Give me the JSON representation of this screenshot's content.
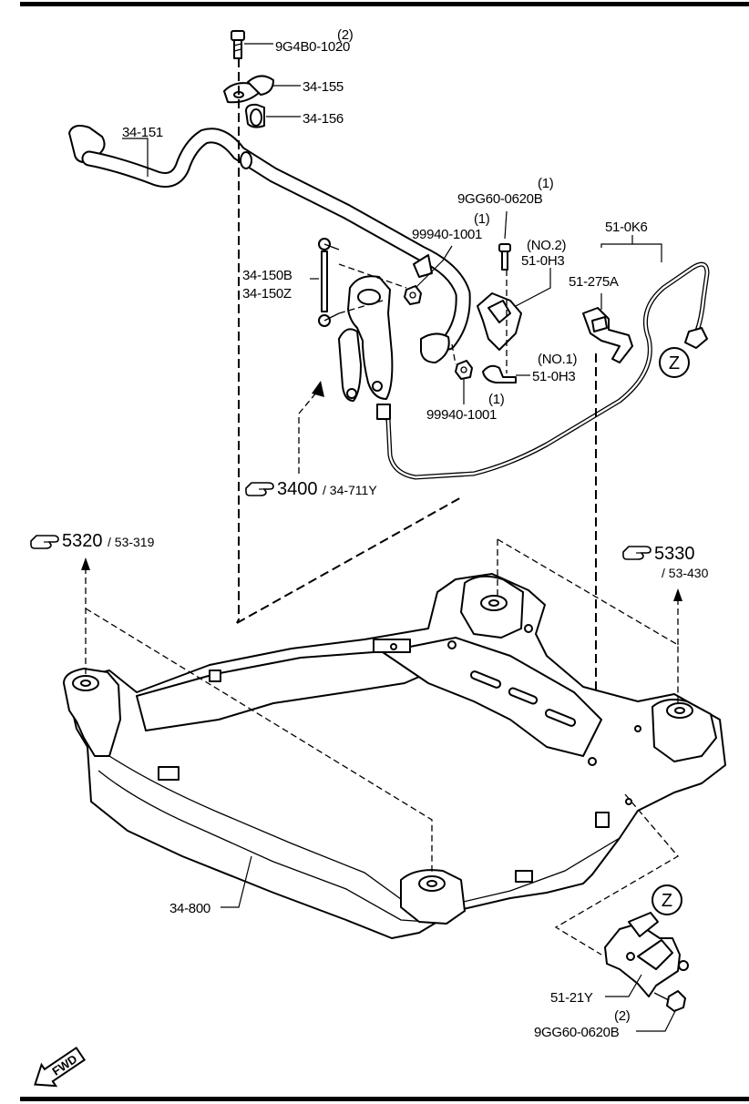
{
  "labels": {
    "bolt_qty": "(2)",
    "bolt_part": "9G4B0-1020",
    "stab_bracket": "34-155",
    "stab_bushing": "34-156",
    "stab_bar": "34-151",
    "control_link_a": "34-150B",
    "control_link_b": "34-150Z",
    "nut_upper_qty": "(1)",
    "nut_upper_part": "99940-1001",
    "nut_lower_part": "99940-1001",
    "nut_lower_qty": "(1)",
    "sensor_bolt_qty": "(1)",
    "sensor_bolt_part": "9GG60-0620B",
    "bracket_no2_tag": "(NO.2)",
    "bracket_no2_part": "51-0H3",
    "bracket_no1_tag": "(NO.1)",
    "bracket_no1_part": "51-0H3",
    "harness": "51-0K6",
    "harness_clip": "51-275A",
    "subframe": "34-800",
    "level_sensor_bracket": "51-21Y",
    "lower_bolt_qty": "(2)",
    "lower_bolt_part": "9GG60-0620B",
    "detail_marker_top": "Z",
    "detail_marker_bottom": "Z",
    "fwd": "FWD"
  },
  "references": {
    "knuckle_ref_main": "3400",
    "knuckle_ref_sub": "/ 34-711Y",
    "left_mount_ref_main": "5320",
    "left_mount_ref_sub": "/ 53-319",
    "right_mount_ref_main": "5330",
    "right_mount_ref_sub": "/ 53-430"
  },
  "icons": {
    "reference_pointer": "pointing-hand-icon",
    "forward_direction": "fwd-arrow-icon"
  }
}
